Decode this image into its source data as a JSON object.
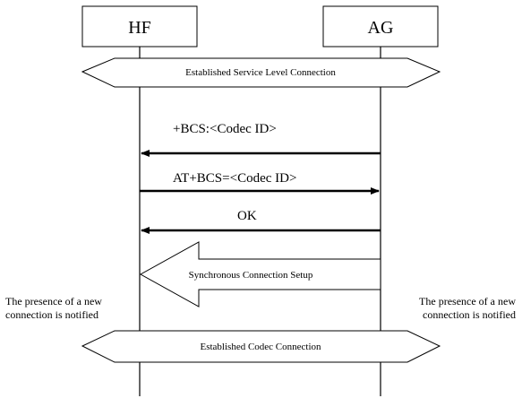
{
  "entities": {
    "left": "HF",
    "right": "AG"
  },
  "bands": {
    "top": "Established Service Level Connection",
    "bottom": "Established Codec Connection"
  },
  "messages": [
    {
      "label": "+BCS:<Codec ID>",
      "direction": "AG-to-HF"
    },
    {
      "label": "AT+BCS=<Codec ID>",
      "direction": "HF-to-AG"
    },
    {
      "label": "OK",
      "direction": "AG-to-HF"
    }
  ],
  "setup": {
    "label": "Synchronous Connection Setup",
    "direction": "AG-to-HF"
  },
  "notes": {
    "left": [
      "The presence of a new",
      "connection is notified"
    ],
    "right": [
      "The presence of a new",
      "connection is notified"
    ]
  },
  "colors": {
    "ink": "#000000",
    "background": "#ffffff"
  }
}
